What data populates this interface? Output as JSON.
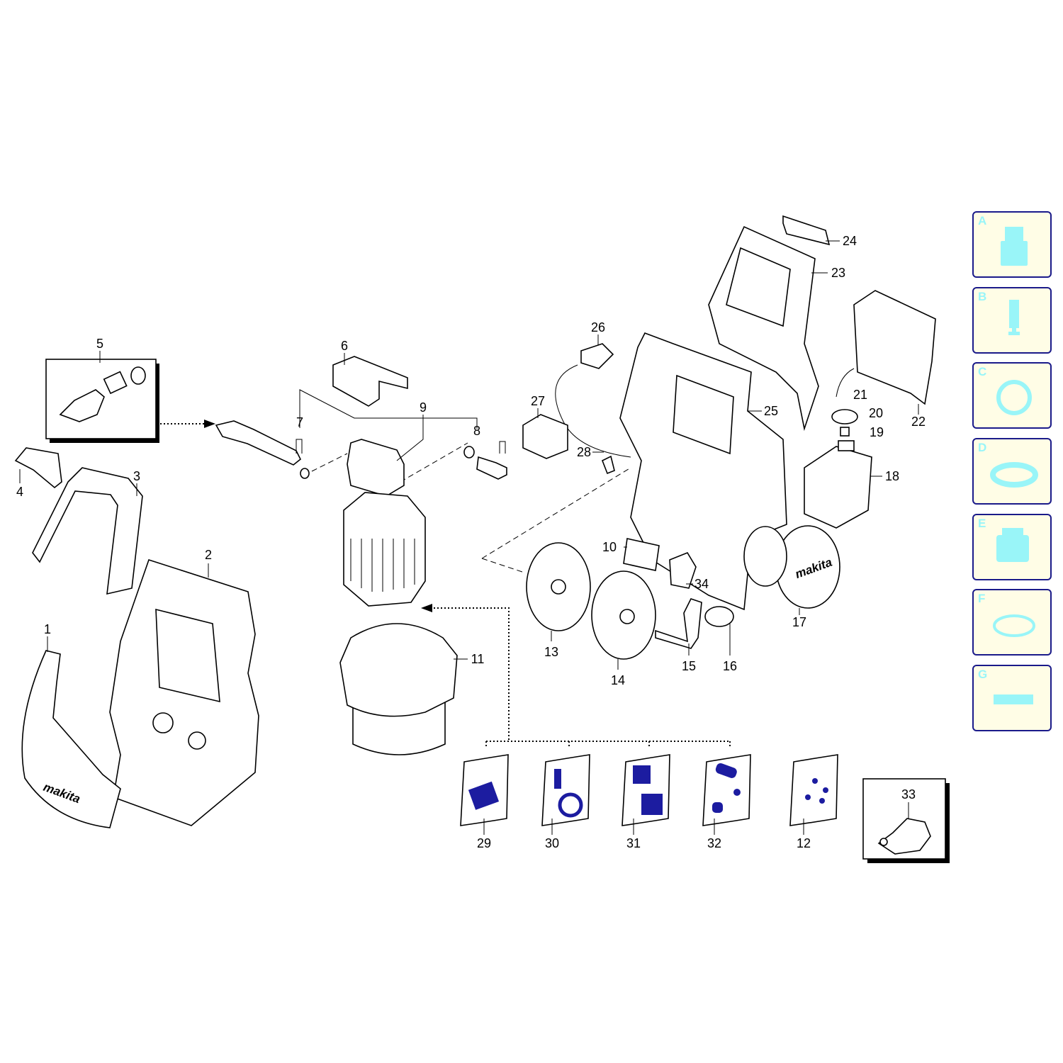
{
  "diagram": {
    "brand_logo": "makita",
    "part_numbers": [
      "1",
      "2",
      "3",
      "4",
      "5",
      "6",
      "7",
      "8",
      "9",
      "10",
      "11",
      "12",
      "13",
      "14",
      "15",
      "16",
      "17",
      "18",
      "19",
      "20",
      "21",
      "22",
      "23",
      "24",
      "25",
      "26",
      "27",
      "28",
      "29",
      "30",
      "31",
      "32",
      "33",
      "34"
    ]
  },
  "legend": {
    "items": [
      {
        "letter": "A",
        "icon": "pump-head-icon"
      },
      {
        "letter": "B",
        "icon": "piston-icon"
      },
      {
        "letter": "C",
        "icon": "gasket-ring-icon"
      },
      {
        "letter": "D",
        "icon": "seal-ring-icon"
      },
      {
        "letter": "E",
        "icon": "valve-stack-icon"
      },
      {
        "letter": "F",
        "icon": "o-ring-icon"
      },
      {
        "letter": "G",
        "icon": "plate-icon"
      }
    ],
    "colors": {
      "fill": "#fffde6",
      "border": "#1a1a8a",
      "icon": "#99f5f8"
    }
  },
  "kit_color": "#1c1ca0"
}
